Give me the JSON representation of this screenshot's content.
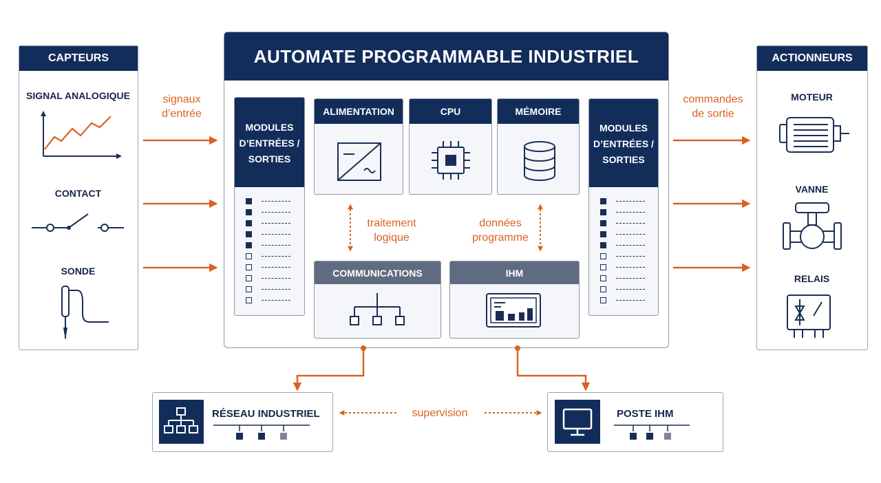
{
  "title": "AUTOMATE PROGRAMMABLE INDUSTRIEL",
  "sensors": {
    "header": "CAPTEURS",
    "items": [
      "SIGNAL ANALOGIQUE",
      "CONTACT",
      "SONDE"
    ]
  },
  "actuators": {
    "header": "ACTIONNEURS",
    "items": [
      "MOTEUR",
      "VANNE",
      "RELAIS"
    ]
  },
  "flows": {
    "inputs": "signaux\nd’entrée",
    "outputs": "commandes\nde sortie",
    "logic": "traitement\nlogique",
    "program_data": "données\nprogramme",
    "supervision": "supervision"
  },
  "plc": {
    "io_module_label": "MODULES\nD’ENTRÉES /\nSORTIES",
    "modules": [
      "ALIMENTATION",
      "CPU",
      "MÉMOIRE",
      "COMMUNICATIONS",
      "IHM"
    ],
    "left_io_states": [
      1,
      1,
      1,
      1,
      1,
      0,
      0,
      0,
      0,
      0
    ],
    "right_io_states": [
      1,
      1,
      1,
      1,
      1,
      0,
      0,
      0,
      0,
      0
    ]
  },
  "bottom": {
    "network": "RÉSEAU INDUSTRIEL",
    "hmi_station": "POSTE IHM"
  },
  "colors": {
    "navy": "#132d5b",
    "steel": "#5f6b80",
    "accent_orange": "#d9621f",
    "border": "#9aa3b2"
  },
  "icons": [
    "line-chart-icon",
    "switch-contact-icon",
    "probe-icon",
    "power-supply-icon",
    "chip-icon",
    "database-icon",
    "network-tree-icon",
    "hmi-screen-icon",
    "motor-icon",
    "valve-icon",
    "relay-icon",
    "monitor-icon"
  ]
}
